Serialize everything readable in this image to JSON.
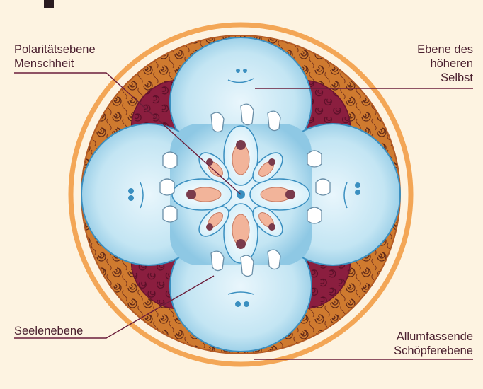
{
  "labels": {
    "polarity": [
      "Polaritätsebene",
      "Menschheit"
    ],
    "higher_self": [
      "Ebene des",
      "höheren",
      "Selbst"
    ],
    "soul": [
      "Seelenebene"
    ],
    "creator": [
      "Allumfassende",
      "Schöpferebene"
    ]
  },
  "colors": {
    "background": "#fdf3e1",
    "ring": "#f2a24f",
    "outer_band": "#c9722c",
    "swirl": "#6e2e1c",
    "soul_lobes": "#8b1e3f",
    "higher_self_fill": "#bfe3f2",
    "higher_self_edge": "#3a8fc0",
    "label_text": "#4a1f2e",
    "leader_line": "#6b1d3a"
  },
  "icons": [
    "ghost-soul-icon",
    "embryo-icon",
    "face-icon",
    "swirl-pattern"
  ]
}
